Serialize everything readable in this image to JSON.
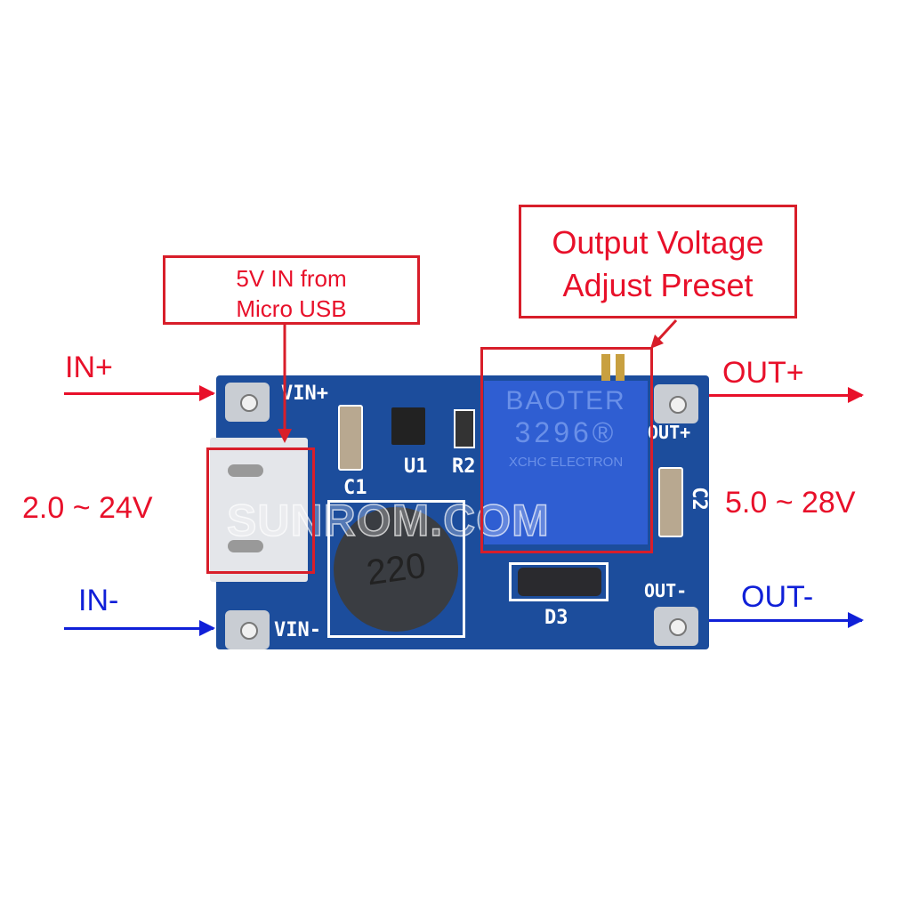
{
  "annotations": {
    "usb_box_line1": "5V IN from",
    "usb_box_line2": "Micro USB",
    "pot_box_line1": "Output Voltage",
    "pot_box_line2": "Adjust Preset",
    "in_plus": "IN+",
    "in_minus": "IN-",
    "input_range": "2.0 ~ 24V",
    "out_plus": "OUT+",
    "out_minus": "OUT-",
    "output_range": "5.0 ~ 28V"
  },
  "board": {
    "vin_plus": "VIN+",
    "vin_minus": "VIN-",
    "out_plus": "OUT+",
    "out_minus": "OUT-",
    "c1": "C1",
    "c2": "C2",
    "u1": "U1",
    "r2": "R2",
    "d3": "D3",
    "inductor": "220",
    "pot_brand": "BAOTER",
    "pot_model": "3296®",
    "pot_maker": "XCHC ELECTRON"
  },
  "watermark": "SUNROM.COM",
  "colors": {
    "red": "#e8102a",
    "blue": "#1020d8",
    "pcb": "#1c4d9c"
  }
}
